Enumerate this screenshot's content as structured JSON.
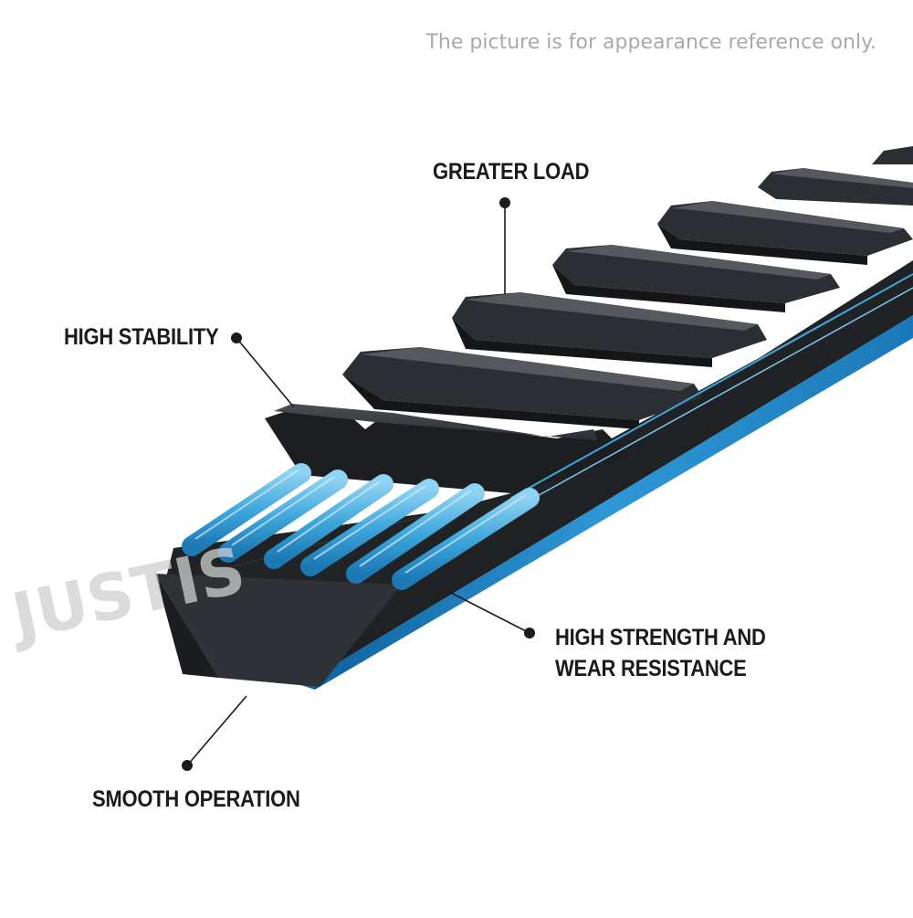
{
  "disclaimer": "The picture is for appearance reference only.",
  "watermark": "JUSTIS",
  "callouts": {
    "greater_load": "GREATER LOAD",
    "high_stability": "HIGH STABILITY",
    "high_strength_line1": "HIGH STRENGTH AND",
    "high_strength_line2": "WEAR RESISTANCE",
    "smooth_operation": "SMOOTH OPERATION"
  },
  "colors": {
    "belt_body": "#3a3d41",
    "cord_blue": "#3fa7dc",
    "edge_blue": "#1f7fc0",
    "text": "#1b1b1b",
    "disclaimer": "#a9a9a9"
  }
}
